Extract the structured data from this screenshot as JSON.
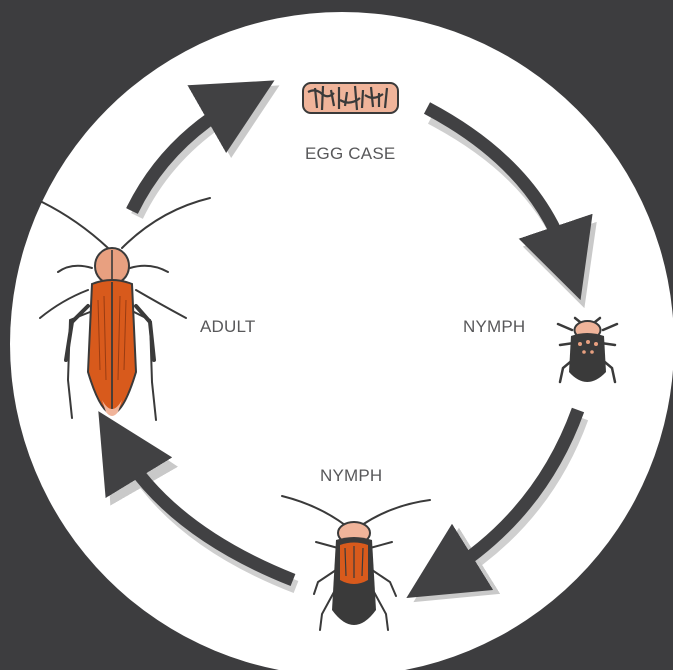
{
  "diagram": {
    "stages": {
      "egg_case": "EGG CASE",
      "nymph_early": "NYMPH",
      "nymph_late": "NYMPH",
      "adult": "ADULT"
    },
    "colors": {
      "background": "#3d3d3f",
      "circle": "#ffffff",
      "arrow": "#414143",
      "arrow_shadow": "#c9c9c9",
      "body_orange": "#d85a1c",
      "body_dark": "#3a3a3a",
      "egg_case": "#f0b49a"
    },
    "icons": [
      "egg-case-icon",
      "small-nymph-icon",
      "large-nymph-icon",
      "adult-cockroach-icon"
    ]
  }
}
